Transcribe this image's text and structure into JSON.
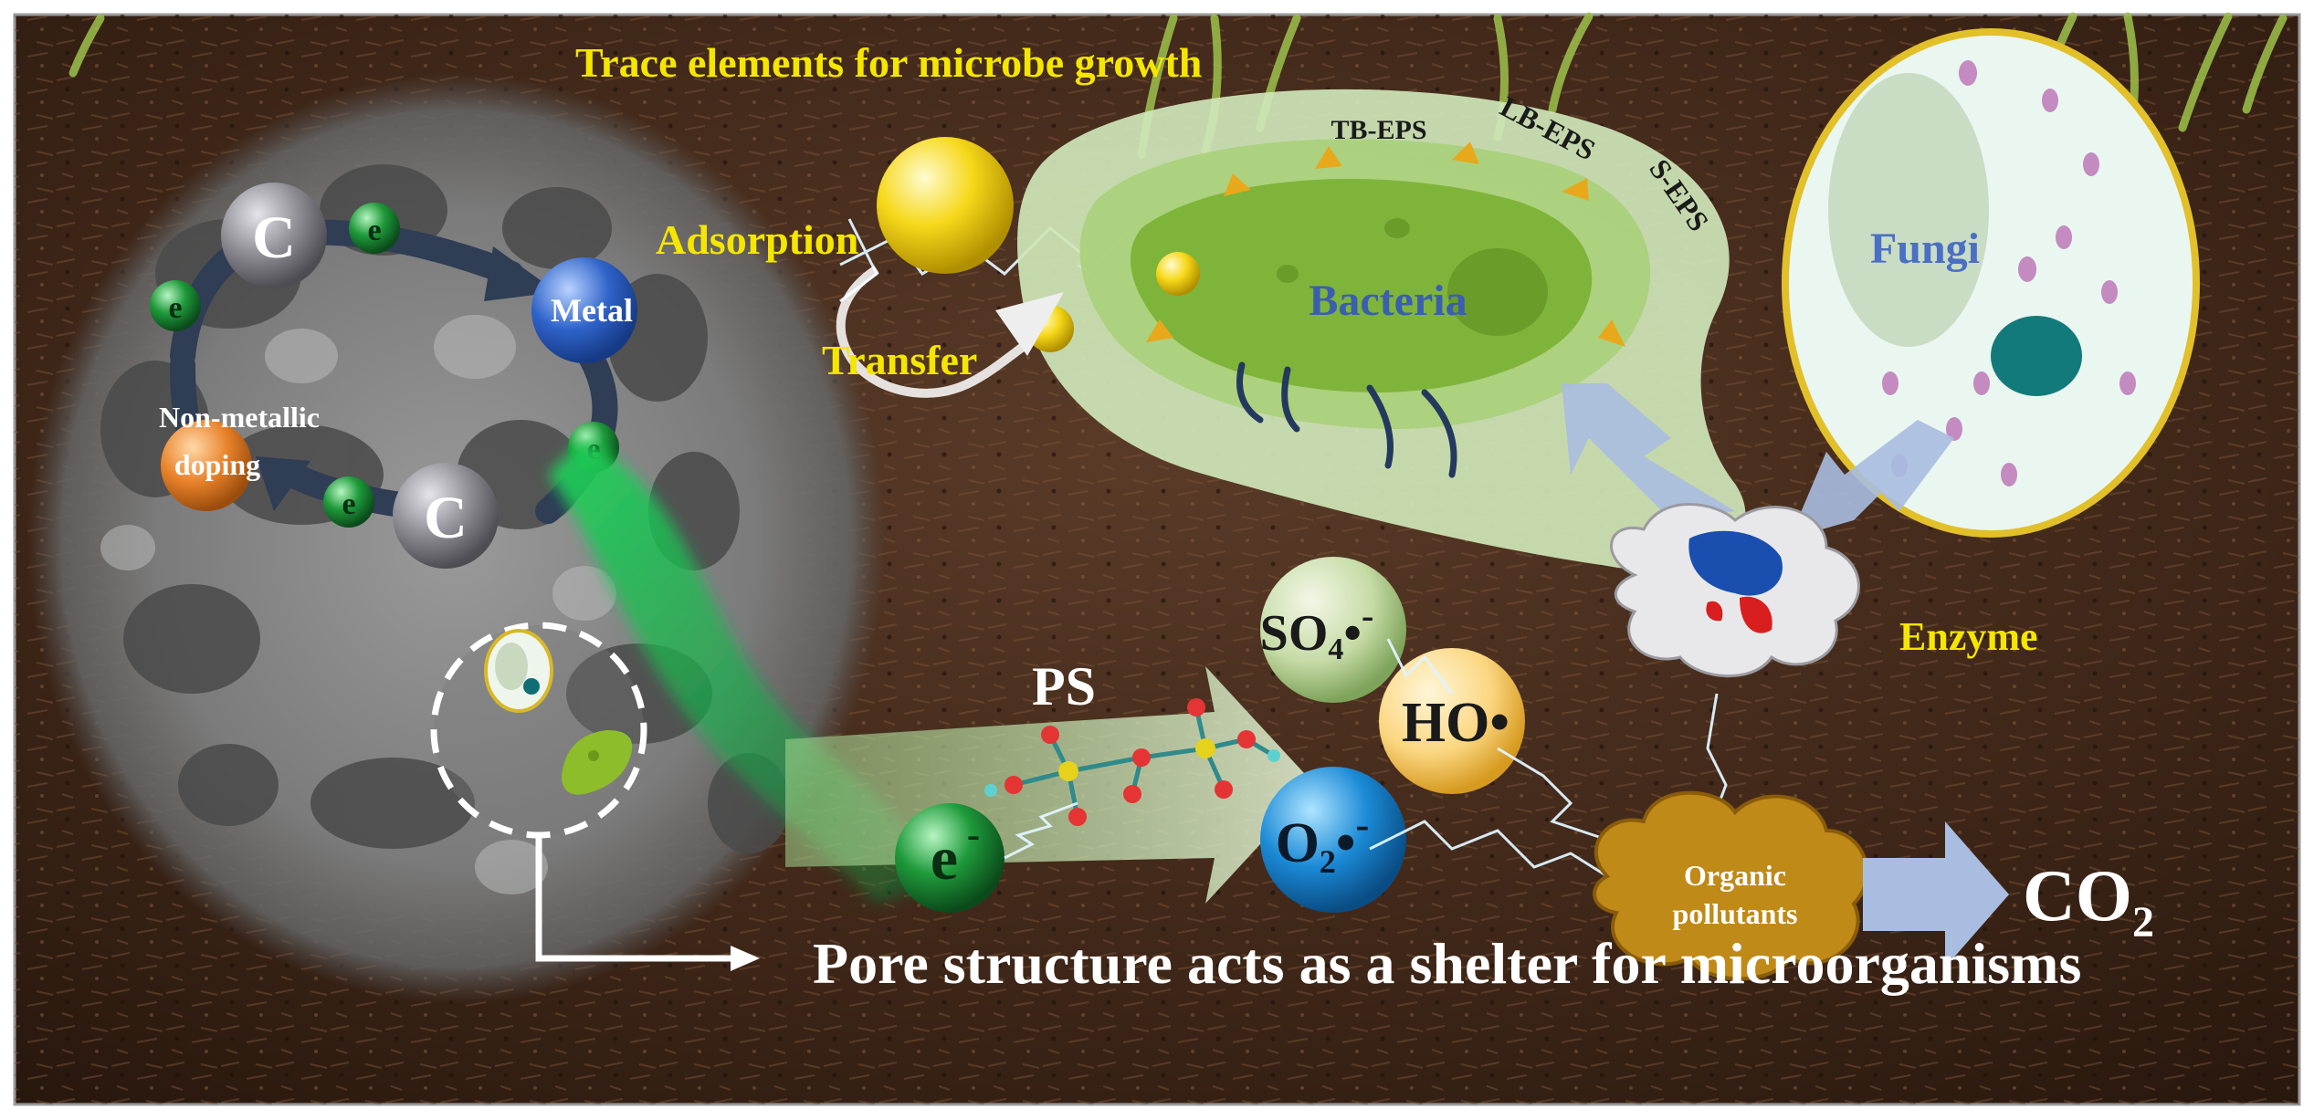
{
  "labels": {
    "trace_elements": "Trace elements for microbe growth",
    "adsorption": "Adsorption",
    "transfer": "Transfer",
    "tb_eps": "TB-EPS",
    "lb_eps": "LB-EPS",
    "s_eps": "S-EPS",
    "bacteria": "Bacteria",
    "fungi": "Fungi",
    "enzyme": "Enzyme",
    "metal": "Metal",
    "non_metallic_line1": "Non-metallic",
    "non_metallic_line2": "doping",
    "carbon": "C",
    "electron": "e",
    "electron_big": "e",
    "electron_sup": "-",
    "ps": "PS",
    "so4": "SO",
    "so4_sub": "4",
    "so4_rad": "•",
    "so4_sup": "-",
    "ho": "HO•",
    "o2": "O",
    "o2_sub": "2",
    "o2_rad": "•",
    "o2_sup": "-",
    "organic_line1": "Organic",
    "organic_line2": "pollutants",
    "co2": "CO",
    "co2_sub": "2",
    "shelter": "Pore structure acts as a shelter for microorganisms"
  },
  "colors": {
    "title_yellow": "#f5e600",
    "bacteria_blue": "#3a5fb0",
    "fungi_blue": "#4a6fc4",
    "enzyme_yellow": "#f5e600",
    "metal_ball": "#2f63c9",
    "doping_ball": "#e8822a",
    "carbon_ball": "#8d8d93",
    "electron_ball": "#1f9a3b",
    "arrow_blue": "#a9bde0",
    "ps_arrow": "#c6e3b3",
    "pollutant_brown": "#c08a18"
  }
}
